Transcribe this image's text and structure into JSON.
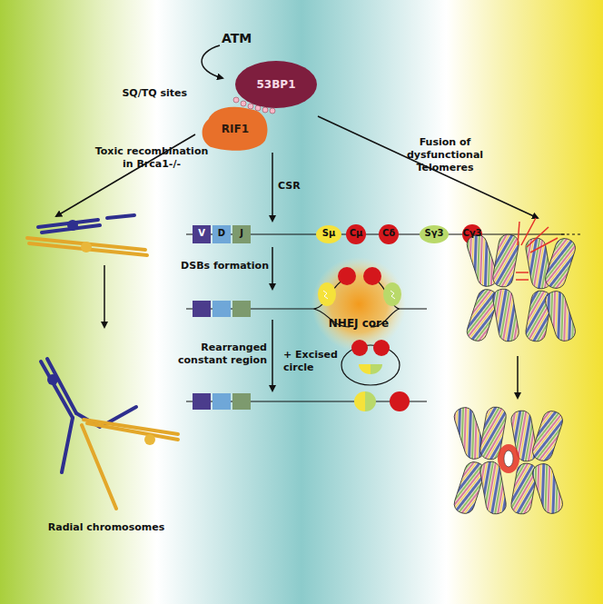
{
  "diagram": {
    "nodes": [
      {
        "text": [
          "53BP1"
        ]
      },
      {
        "text": [
          "RIF1"
        ]
      },
      {
        "text": [
          "NHEJ core"
        ]
      }
    ],
    "labels": [
      "ATM",
      "SQ/TQ sites",
      "Toxic recombination in Brca1-/-",
      "CSR",
      "Fusion of dysfunctional Telomeres",
      "V",
      "D",
      "J",
      "Sμ",
      "Cμ",
      "Cδ",
      "Sγ3",
      "Cγ3",
      "DSBs formation",
      "Radial chromosomes",
      "Rearranged constant region",
      "+ Excised circle"
    ]
  }
}
